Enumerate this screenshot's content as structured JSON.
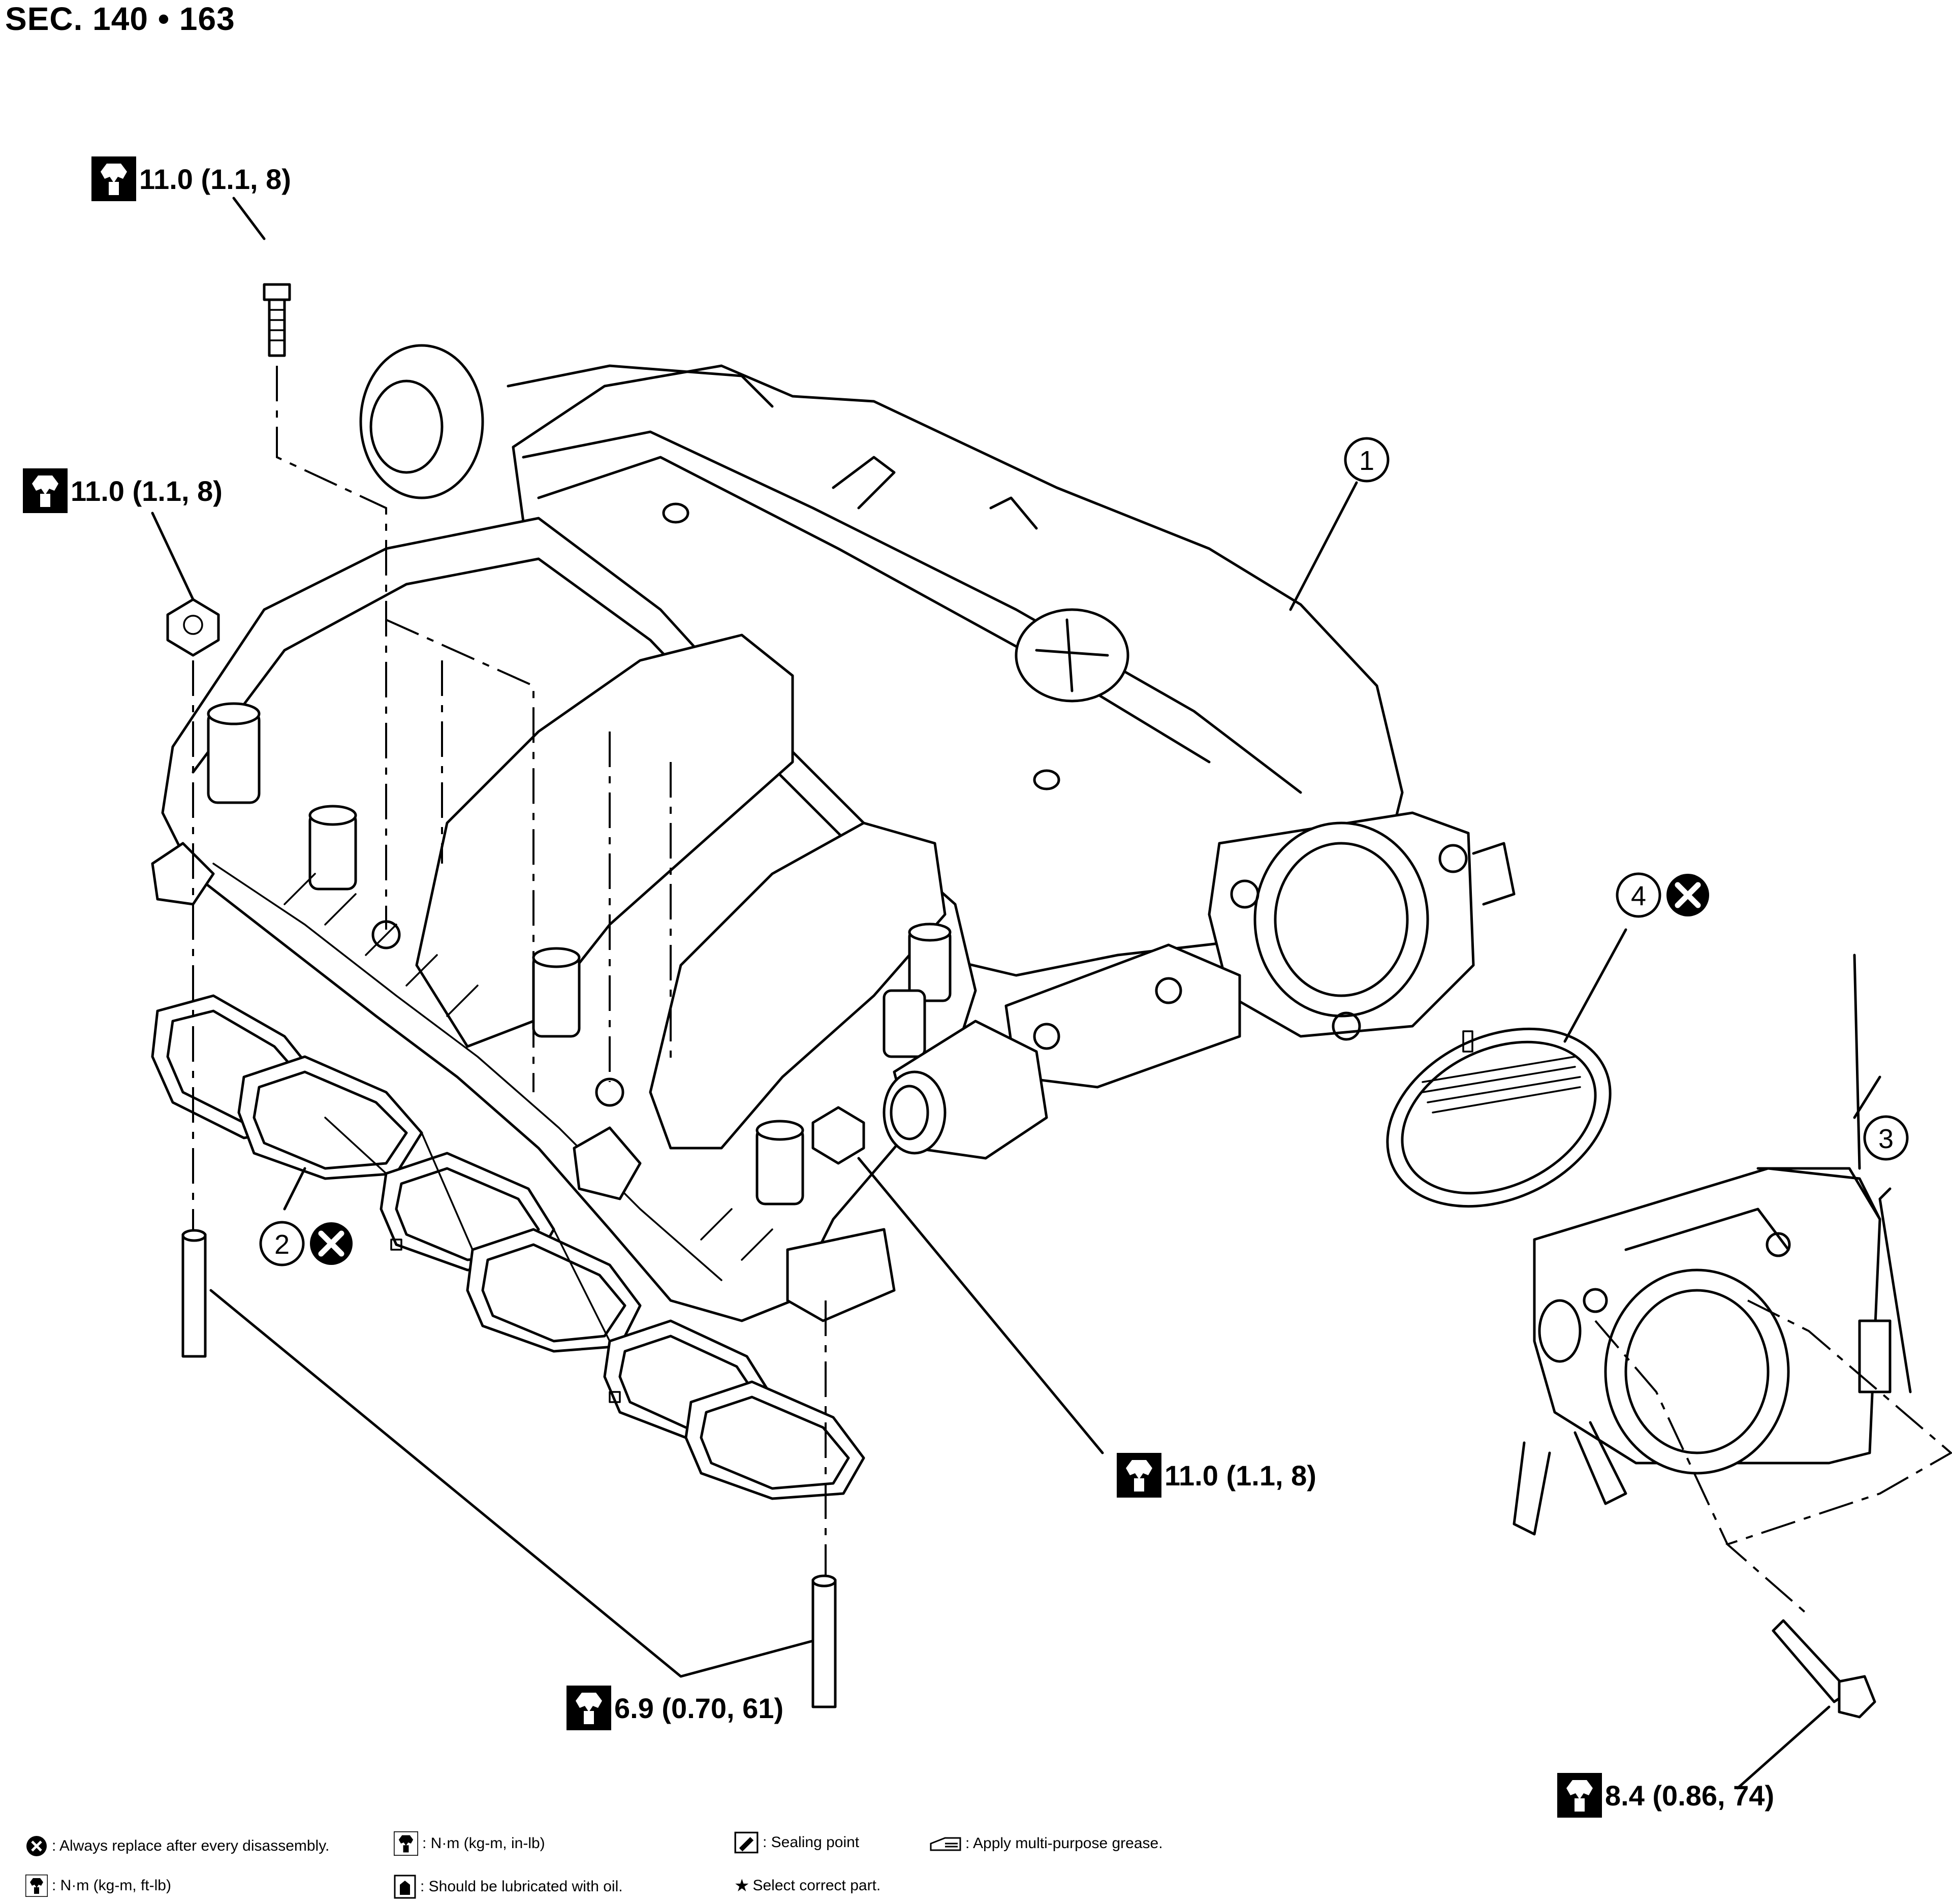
{
  "section": "SEC. 140 • 163",
  "torques": {
    "t1": "11.0 (1.1, 8)",
    "t2": "11.0 (1.1, 8)",
    "t3": "11.0 (1.1, 8)",
    "t4": "6.9 (0.70, 61)",
    "t5": "8.4 (0.86, 74)"
  },
  "callouts": {
    "c1": "1",
    "c2": "2",
    "c3": "3",
    "c4": "4"
  },
  "legend": {
    "replace": ": Always replace after every disassembly.",
    "nm_ftlb": ": N·m (kg-m, ft-lb)",
    "nm_inlb": ": N·m (kg-m, in-lb)",
    "oil": ": Should be lubricated with oil.",
    "sealing": ": Sealing point",
    "select": "Select correct part.",
    "grease": ": Apply multi-purpose grease."
  }
}
